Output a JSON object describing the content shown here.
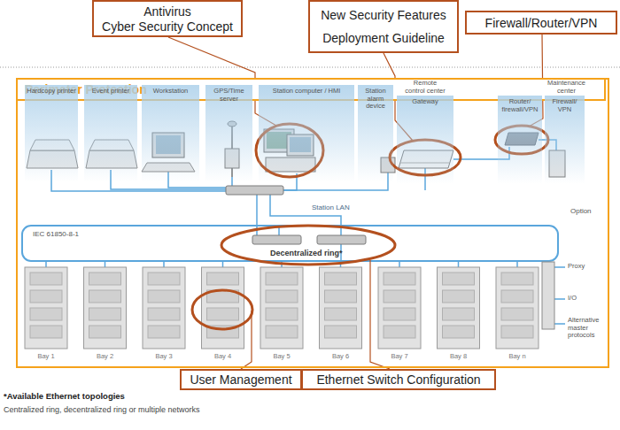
{
  "diagram": {
    "nodes": [
      {
        "text": [
          "Antivirus",
          "Cyber Security Concept"
        ]
      },
      {
        "text": [
          "New Security Features",
          "Deployment Guideline"
        ]
      },
      {
        "text": [
          "Firewall/Router/VPN"
        ]
      },
      {
        "text": [
          "Perimeter Protection"
        ]
      },
      {
        "text": [
          "Hardcopy printer"
        ],
        "in": 3
      },
      {
        "text": [
          "Event printer"
        ],
        "in": 3
      },
      {
        "text": [
          "Workstation"
        ],
        "in": 3
      },
      {
        "text": [
          "GPS/Time server"
        ],
        "in": 3
      },
      {
        "text": [
          "Station computer / HMI"
        ],
        "in": 3
      },
      {
        "text": [
          "Station alarm device"
        ],
        "in": 3
      },
      {
        "text": [
          "Gateway"
        ],
        "in": 3
      },
      {
        "text": [
          "Router/ firewall/VPN"
        ],
        "in": 3
      },
      {
        "text": [
          "Firewall/ VPN"
        ],
        "in": 3
      },
      {
        "text": [
          "User Management"
        ]
      },
      {
        "text": [
          "Ethernet Switch Configuration"
        ]
      }
    ],
    "labels": [
      "Remote control center",
      "Maintenance center",
      "Station LAN",
      "Option",
      "IEC 61850-8-1",
      "Decentralized ring*",
      "Proxy",
      "I/O",
      "Alternative master protocols",
      "Bay 1",
      "Bay 2",
      "Bay 3",
      "Bay 4",
      "Bay 5",
      "Bay 6",
      "Bay 7",
      "Bay 8",
      "Bay n",
      "*Available Ethernet topologies",
      "Centralized ring, decentralized ring or multiple networks"
    ]
  }
}
